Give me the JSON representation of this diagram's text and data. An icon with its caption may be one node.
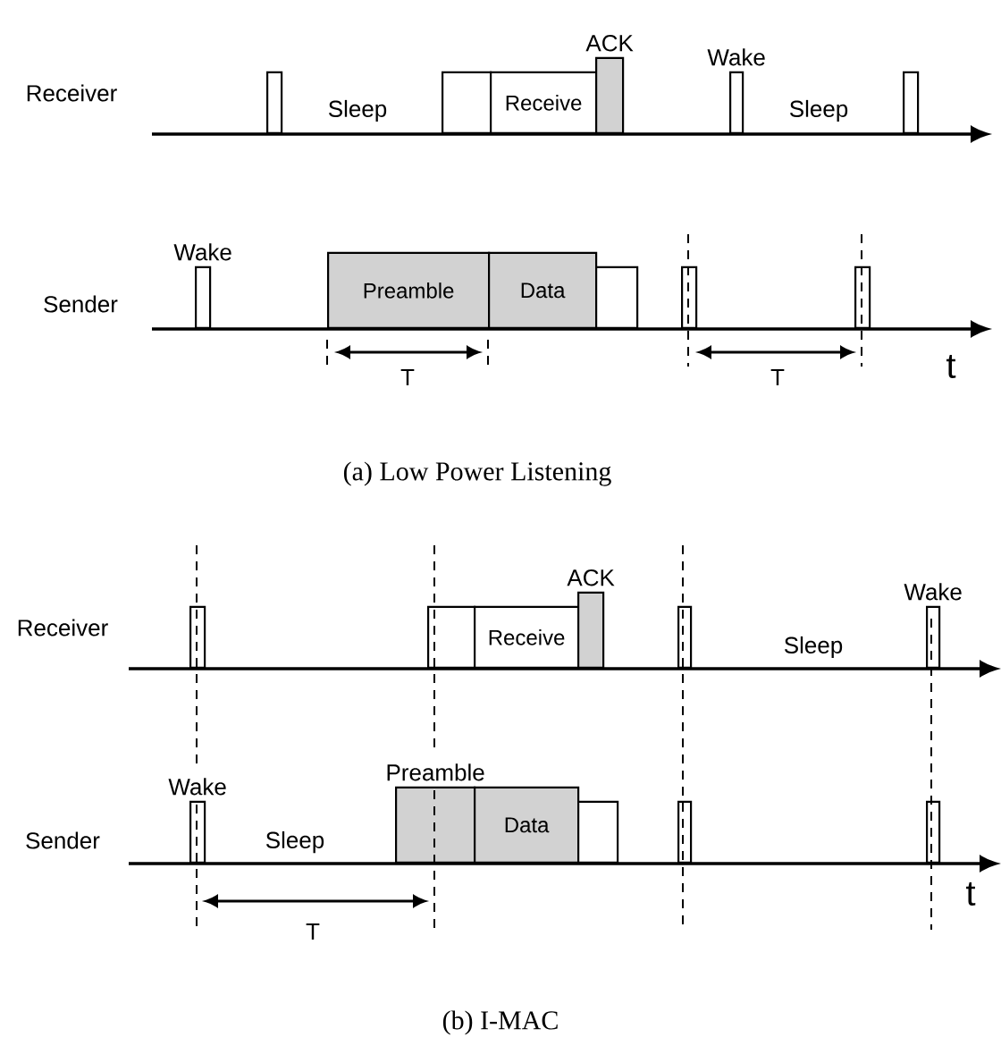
{
  "diagram": {
    "nodes": [
      {
        "text": [],
        "shape": "box"
      },
      {
        "text": [],
        "shape": "box"
      },
      {
        "text": [
          "Receive"
        ]
      },
      {
        "text": [
          "ACK"
        ]
      },
      {
        "text": [
          "Wake"
        ]
      },
      {
        "text": [],
        "shape": "box"
      },
      {
        "text": [
          "Wake"
        ]
      },
      {
        "text": [
          "Preamble"
        ]
      },
      {
        "text": [
          "Data"
        ]
      },
      {
        "text": [],
        "shape": "box"
      },
      {
        "text": [],
        "shape": "box"
      },
      {
        "text": [],
        "shape": "box"
      },
      {
        "text": [],
        "shape": "box"
      },
      {
        "text": [],
        "shape": "box"
      },
      {
        "text": [
          "Receive"
        ]
      },
      {
        "text": [
          "ACK"
        ]
      },
      {
        "text": [],
        "shape": "box"
      },
      {
        "text": [
          "Wake"
        ]
      },
      {
        "text": [
          "Wake"
        ]
      },
      {
        "text": [
          "Preamble"
        ]
      },
      {
        "text": [
          "Data"
        ]
      },
      {
        "text": [],
        "shape": "box"
      },
      {
        "text": [],
        "shape": "box"
      },
      {
        "text": [],
        "shape": "box"
      }
    ],
    "labels": [
      "Receiver",
      "Sleep",
      "Sleep",
      "Sender",
      "T",
      "T",
      "t",
      "(a) Low Power Listening",
      "Receiver",
      "Sleep",
      "Sender",
      "Sleep",
      "T",
      "t",
      "(b) I-MAC"
    ]
  }
}
